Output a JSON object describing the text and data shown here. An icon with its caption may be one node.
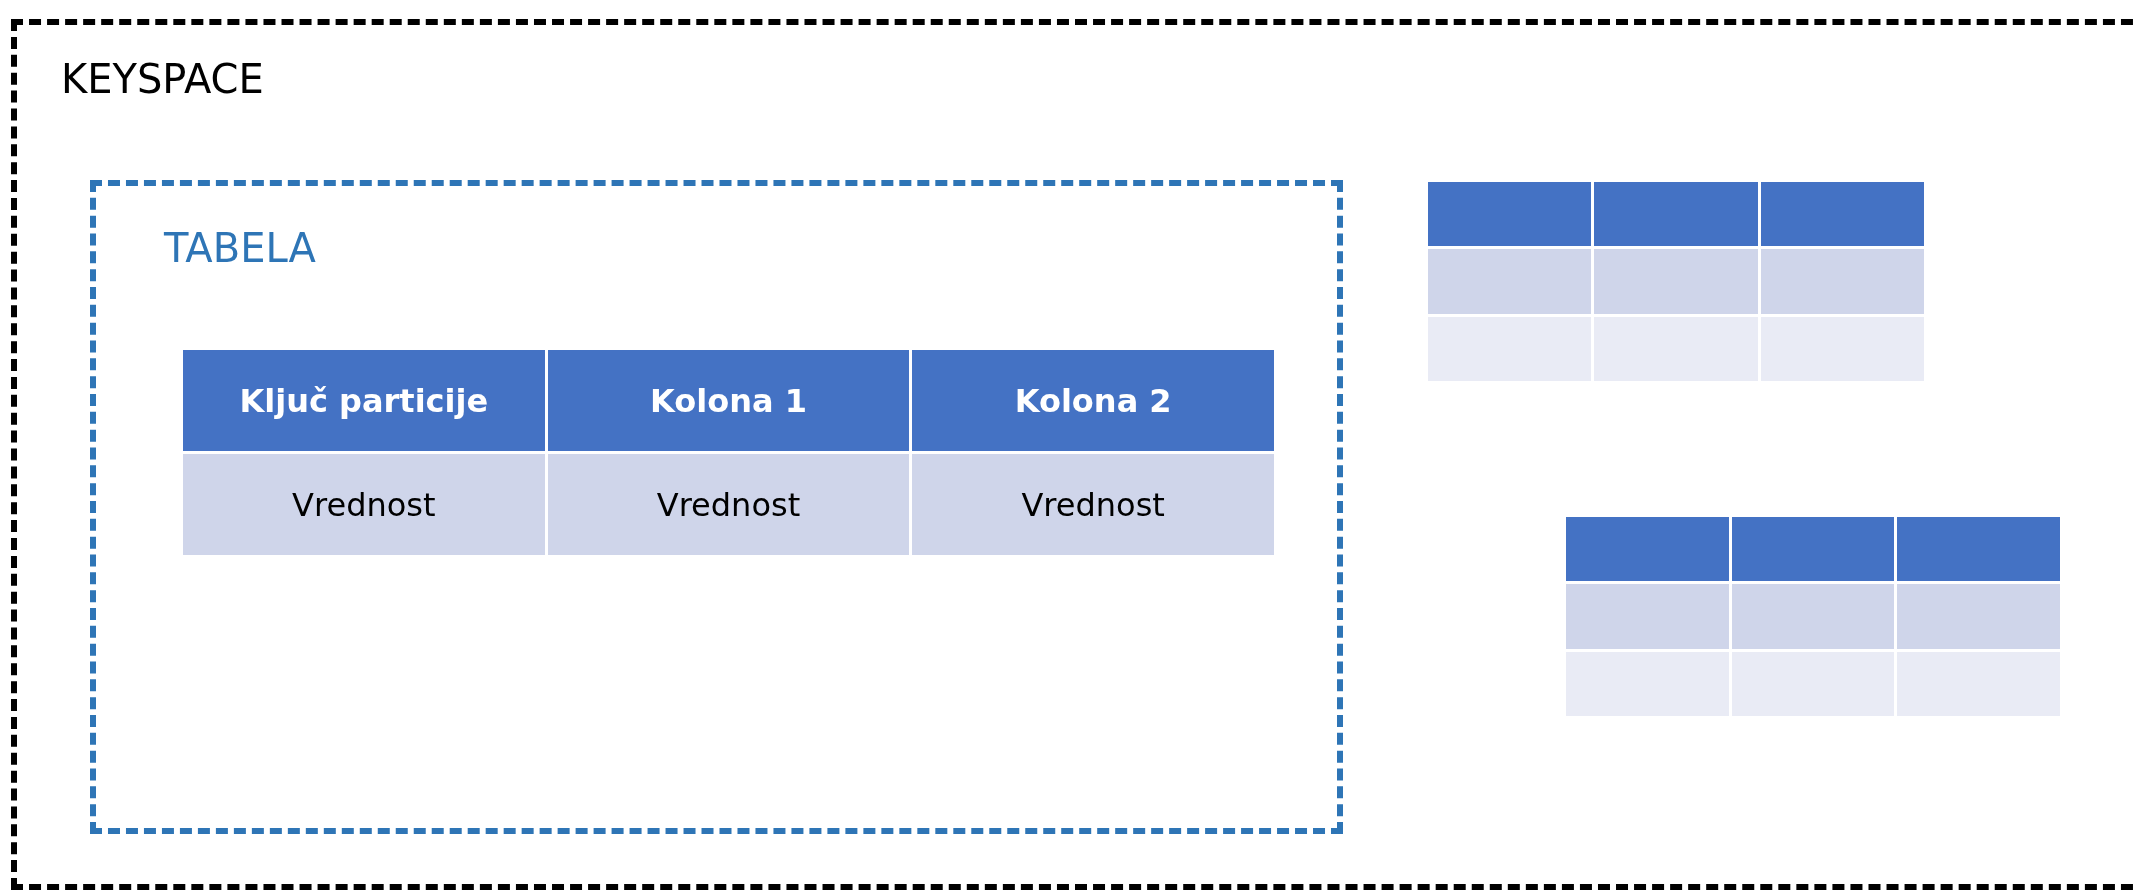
{
  "diagram": {
    "nodes": [
      {
        "text": [
          "KEYSPACE"
        ]
      },
      {
        "text": [
          "TABELA"
        ],
        "in": 0
      },
      {
        "text": [
          "Ključ particije",
          "Kolona 1",
          "Kolona 2",
          "Vrednost",
          "Vrednost",
          "Vrednost"
        ],
        "in": 1
      },
      {
        "text": [],
        "shape": "table",
        "in": 0
      },
      {
        "text": [],
        "shape": "table",
        "in": 0
      }
    ],
    "edges": []
  }
}
